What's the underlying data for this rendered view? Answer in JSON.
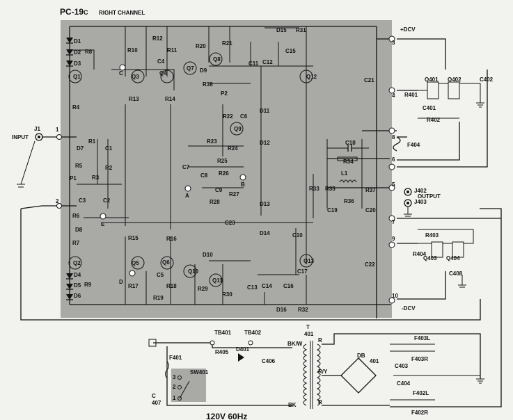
{
  "title": {
    "main": "PC-19",
    "suffix": "C",
    "channel": "RIGHT CHANNEL"
  },
  "supply_labels": {
    "pos": "+DCV",
    "neg": "-DCV"
  },
  "mains_label": "120V 60Hz",
  "io_labels": {
    "input": "INPUT",
    "output": "OUTPUT"
  },
  "terminals": {
    "left": [
      {
        "id": "t1",
        "label": "1"
      },
      {
        "id": "t2",
        "label": "2"
      }
    ],
    "right": [
      {
        "id": "t3",
        "label": "3"
      },
      {
        "id": "t4",
        "label": "4"
      },
      {
        "id": "t8",
        "label": "8"
      },
      {
        "id": "t6",
        "label": "6"
      },
      {
        "id": "t5",
        "label": "5"
      },
      {
        "id": "t7",
        "label": "7"
      },
      {
        "id": "t9",
        "label": "9"
      },
      {
        "id": "t10",
        "label": "10"
      }
    ]
  },
  "test_points": [
    "A",
    "B",
    "C",
    "D",
    "E"
  ],
  "board_components": {
    "diodes": [
      "D1",
      "D2",
      "D3",
      "D4",
      "D5",
      "D6",
      "D7",
      "D8",
      "D9",
      "D10",
      "D11",
      "D12",
      "D13",
      "D14",
      "D15",
      "D16"
    ],
    "transistors": [
      "Q1",
      "Q2",
      "Q3",
      "Q4",
      "Q5",
      "Q6",
      "Q7",
      "Q8",
      "Q9",
      "Q10",
      "Q11",
      "Q12",
      "Q13"
    ],
    "resistors": [
      "R1",
      "R2",
      "R3",
      "R4",
      "R5",
      "R6",
      "R7",
      "R8",
      "R9",
      "R10",
      "R11",
      "R12",
      "R13",
      "R14",
      "R15",
      "R16",
      "R17",
      "R18",
      "R19",
      "R20",
      "R21",
      "R22",
      "R23",
      "R24",
      "R25",
      "R26",
      "R27",
      "R28",
      "R29",
      "R30",
      "R31",
      "R32",
      "R33",
      "R34",
      "R35",
      "R36",
      "R37",
      "R38"
    ],
    "capacitors": [
      "C1",
      "C2",
      "C3",
      "C4",
      "C5",
      "C6",
      "C7",
      "C8",
      "C9",
      "C10",
      "C11",
      "C12",
      "C13",
      "C14",
      "C15",
      "C16",
      "C17",
      "C18",
      "C19",
      "C20",
      "C21",
      "C22",
      "C23"
    ],
    "pots": [
      "P1",
      "P2"
    ],
    "inductor": "L1"
  },
  "power_components": {
    "jacks": [
      "J1",
      "J402",
      "J403"
    ],
    "transistors": [
      "Q401",
      "Q402",
      "Q403",
      "Q404"
    ],
    "resistors": [
      "R401",
      "R402",
      "R403",
      "R404",
      "R405"
    ],
    "capacitors": [
      "C401",
      "C402",
      "C403",
      "C404",
      "C406",
      "C407",
      "C408"
    ],
    "fuses": [
      "F401",
      "F402L",
      "F402R",
      "F403L",
      "F403R",
      "F404"
    ],
    "terminal_blocks": [
      "TB401",
      "TB402"
    ],
    "diodes": [
      "D401"
    ],
    "bridge": [
      "DB",
      "401"
    ],
    "switch": "SW401",
    "switch_positions": [
      "1",
      "2",
      "3"
    ],
    "transformer": [
      "T",
      "401"
    ],
    "wire_colors": [
      "BK/W",
      "R/Y",
      "BK",
      "R",
      "R",
      "R"
    ]
  }
}
